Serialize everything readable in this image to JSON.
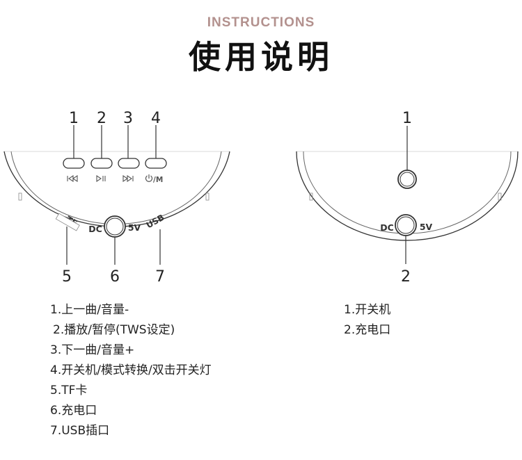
{
  "header": {
    "eyebrow": "INSTRUCTIONS",
    "title": "使用说明"
  },
  "left_device": {
    "top_callouts": [
      "1",
      "2",
      "3",
      "4"
    ],
    "bottom_callouts": [
      "5",
      "6",
      "7"
    ],
    "button_symbols": [
      "⏮",
      "⏯",
      "⏭",
      "⏻/M"
    ],
    "port_labels": {
      "tf": "TF",
      "dc": "DC",
      "volt": "5V",
      "usb": "USB"
    }
  },
  "right_device": {
    "top_callout": "1",
    "bottom_callout": "2",
    "port_labels": {
      "dc": "DC",
      "volt": "5V"
    }
  },
  "left_instructions": [
    "1.上一曲/音量-",
    "2.播放/暂停(TWS设定)",
    "3.下一曲/音量+",
    "4.开关机/模式转换/双击开关灯",
    "5.TF卡",
    "6.充电口",
    "7.USB插口"
  ],
  "right_instructions": [
    "1.开关机",
    "2.充电口"
  ]
}
